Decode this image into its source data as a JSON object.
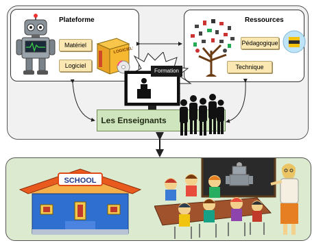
{
  "top_panel": {
    "plateforme": {
      "title": "Plateforme",
      "items": [
        "Matériel",
        "Logiciel"
      ],
      "box_label": "LOGICIELS"
    },
    "ressources": {
      "title": "Ressources",
      "items": [
        "Pédagogique",
        "Technique"
      ]
    },
    "formation_label": "Formation",
    "enseignants_label": "Les Enseignants"
  },
  "bottom_panel": {
    "school_sign": "SCHOOL"
  },
  "colors": {
    "tag_fill": "#fbe7b2",
    "green_box": "#cfe5bd",
    "bottom_bg": "#dcebd0",
    "panel_bg": "#f1f1f1"
  }
}
